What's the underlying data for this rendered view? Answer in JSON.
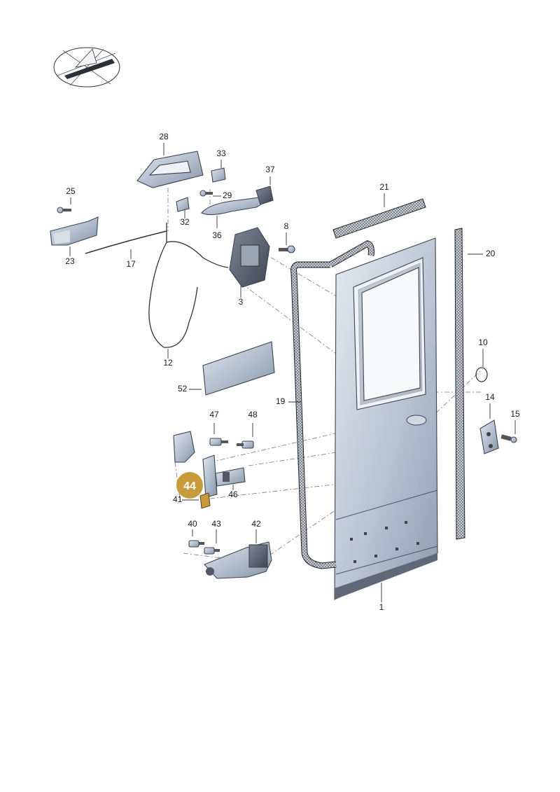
{
  "diagram": {
    "highlight": {
      "label": "44",
      "color": "#c79a3c"
    },
    "parts": [
      {
        "id": "p1",
        "label": "1"
      },
      {
        "id": "p3",
        "label": "3"
      },
      {
        "id": "p8",
        "label": "8"
      },
      {
        "id": "p10",
        "label": "10"
      },
      {
        "id": "p12",
        "label": "12"
      },
      {
        "id": "p14",
        "label": "14"
      },
      {
        "id": "p15",
        "label": "15"
      },
      {
        "id": "p17",
        "label": "17"
      },
      {
        "id": "p19",
        "label": "19"
      },
      {
        "id": "p20",
        "label": "20"
      },
      {
        "id": "p21",
        "label": "21"
      },
      {
        "id": "p23",
        "label": "23"
      },
      {
        "id": "p25",
        "label": "25"
      },
      {
        "id": "p28",
        "label": "28"
      },
      {
        "id": "p29",
        "label": "29"
      },
      {
        "id": "p32",
        "label": "32"
      },
      {
        "id": "p33",
        "label": "33"
      },
      {
        "id": "p36",
        "label": "36"
      },
      {
        "id": "p37",
        "label": "37"
      },
      {
        "id": "p40",
        "label": "40"
      },
      {
        "id": "p41",
        "label": "41"
      },
      {
        "id": "p42",
        "label": "42"
      },
      {
        "id": "p43",
        "label": "43"
      },
      {
        "id": "p46",
        "label": "46"
      },
      {
        "id": "p47",
        "label": "47"
      },
      {
        "id": "p48",
        "label": "48"
      },
      {
        "id": "p52",
        "label": "52"
      }
    ]
  }
}
